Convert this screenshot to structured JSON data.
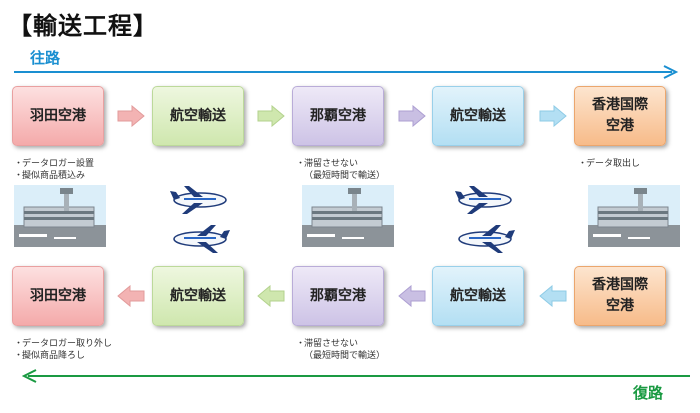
{
  "title": "【輸送工程】",
  "outbound": {
    "label": "往路",
    "color": "#1a8fd1"
  },
  "return": {
    "label": "復路",
    "color": "#1a9a42"
  },
  "top_row": [
    {
      "label": "羽田空港"
    },
    {
      "label": "航空輸送"
    },
    {
      "label": "那覇空港"
    },
    {
      "label": "航空輸送"
    },
    {
      "label": "香港国際\n空港"
    }
  ],
  "bottom_row": [
    {
      "label": "羽田空港"
    },
    {
      "label": "航空輸送"
    },
    {
      "label": "那覇空港"
    },
    {
      "label": "航空輸送"
    },
    {
      "label": "香港国際\n空港"
    }
  ],
  "notes": {
    "top_haneda": [
      "データロガー設置",
      "擬似商品積込み"
    ],
    "top_naha": [
      "滞留させない",
      "（最短時間で輸送）"
    ],
    "top_hongkong": [
      "データ取出し"
    ],
    "bottom_haneda": [
      "データロガー取り外し",
      "擬似商品降ろし"
    ],
    "bottom_naha": [
      "滞留させない",
      "（最短時間で輸送）"
    ]
  },
  "colors": {
    "pink": "#f4aaaa",
    "green": "#cfe7ae",
    "purple": "#cdc3e6",
    "blue": "#b3dff3",
    "orange": "#f7bb89"
  }
}
